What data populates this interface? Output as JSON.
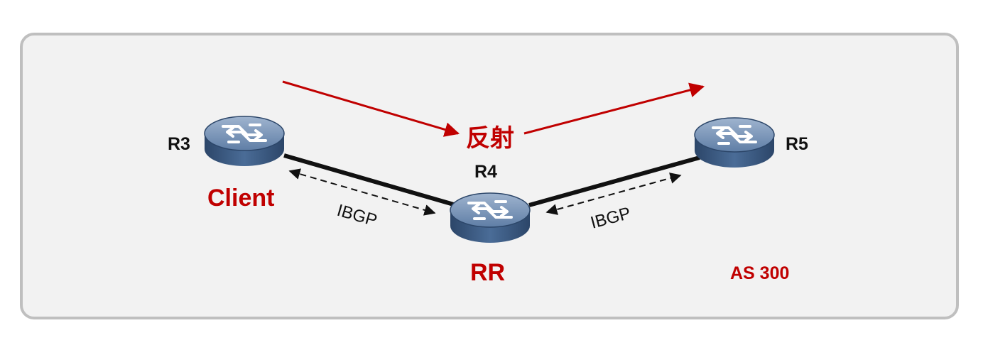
{
  "colors": {
    "panel_fill": "#f2f2f2",
    "panel_border": "#bfbfbf",
    "accent_red": "#c00000",
    "router_body": "#3f5f86",
    "router_top": "#7d96b8",
    "link": "#111111"
  },
  "icons": {
    "router": "router-icon",
    "arrow": "arrow-icon"
  },
  "routers": [
    {
      "id": "r3",
      "label": "R3",
      "role": "Client"
    },
    {
      "id": "r4",
      "label": "R4",
      "role": "RR"
    },
    {
      "id": "r5",
      "label": "R5",
      "role": ""
    }
  ],
  "links": [
    {
      "from": "r3",
      "to": "r4",
      "label": "IBGP"
    },
    {
      "from": "r4",
      "to": "r5",
      "label": "IBGP"
    }
  ],
  "reflection_label": "反射",
  "as_label": "AS 300"
}
